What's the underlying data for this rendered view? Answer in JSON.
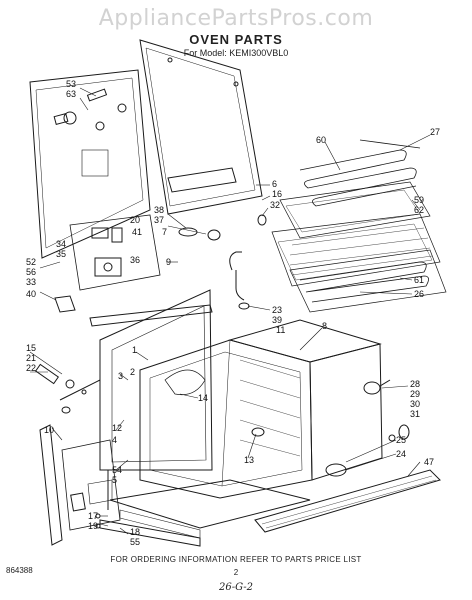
{
  "watermark": "AppliancePartsPros.com",
  "header": {
    "title": "OVEN PARTS",
    "model": "For Model: KEMI300VBL0"
  },
  "footer": {
    "note": "FOR ORDERING INFORMATION REFER TO PARTS PRICE LIST",
    "page": "2",
    "doc_number": "864388",
    "handwritten": "26-G-2"
  },
  "callouts": [
    "53",
    "63",
    "27",
    "60",
    "6",
    "16",
    "32",
    "59",
    "62",
    "38",
    "37",
    "7",
    "20",
    "41",
    "34",
    "35",
    "36",
    "9",
    "52",
    "56",
    "33",
    "40",
    "61",
    "26",
    "23",
    "39",
    "11",
    "8",
    "15",
    "21",
    "22",
    "3",
    "2",
    "1",
    "14",
    "28",
    "29",
    "30",
    "31",
    "25",
    "24",
    "13",
    "12",
    "54",
    "5",
    "10",
    "4",
    "47",
    "17",
    "19",
    "18",
    "55"
  ]
}
